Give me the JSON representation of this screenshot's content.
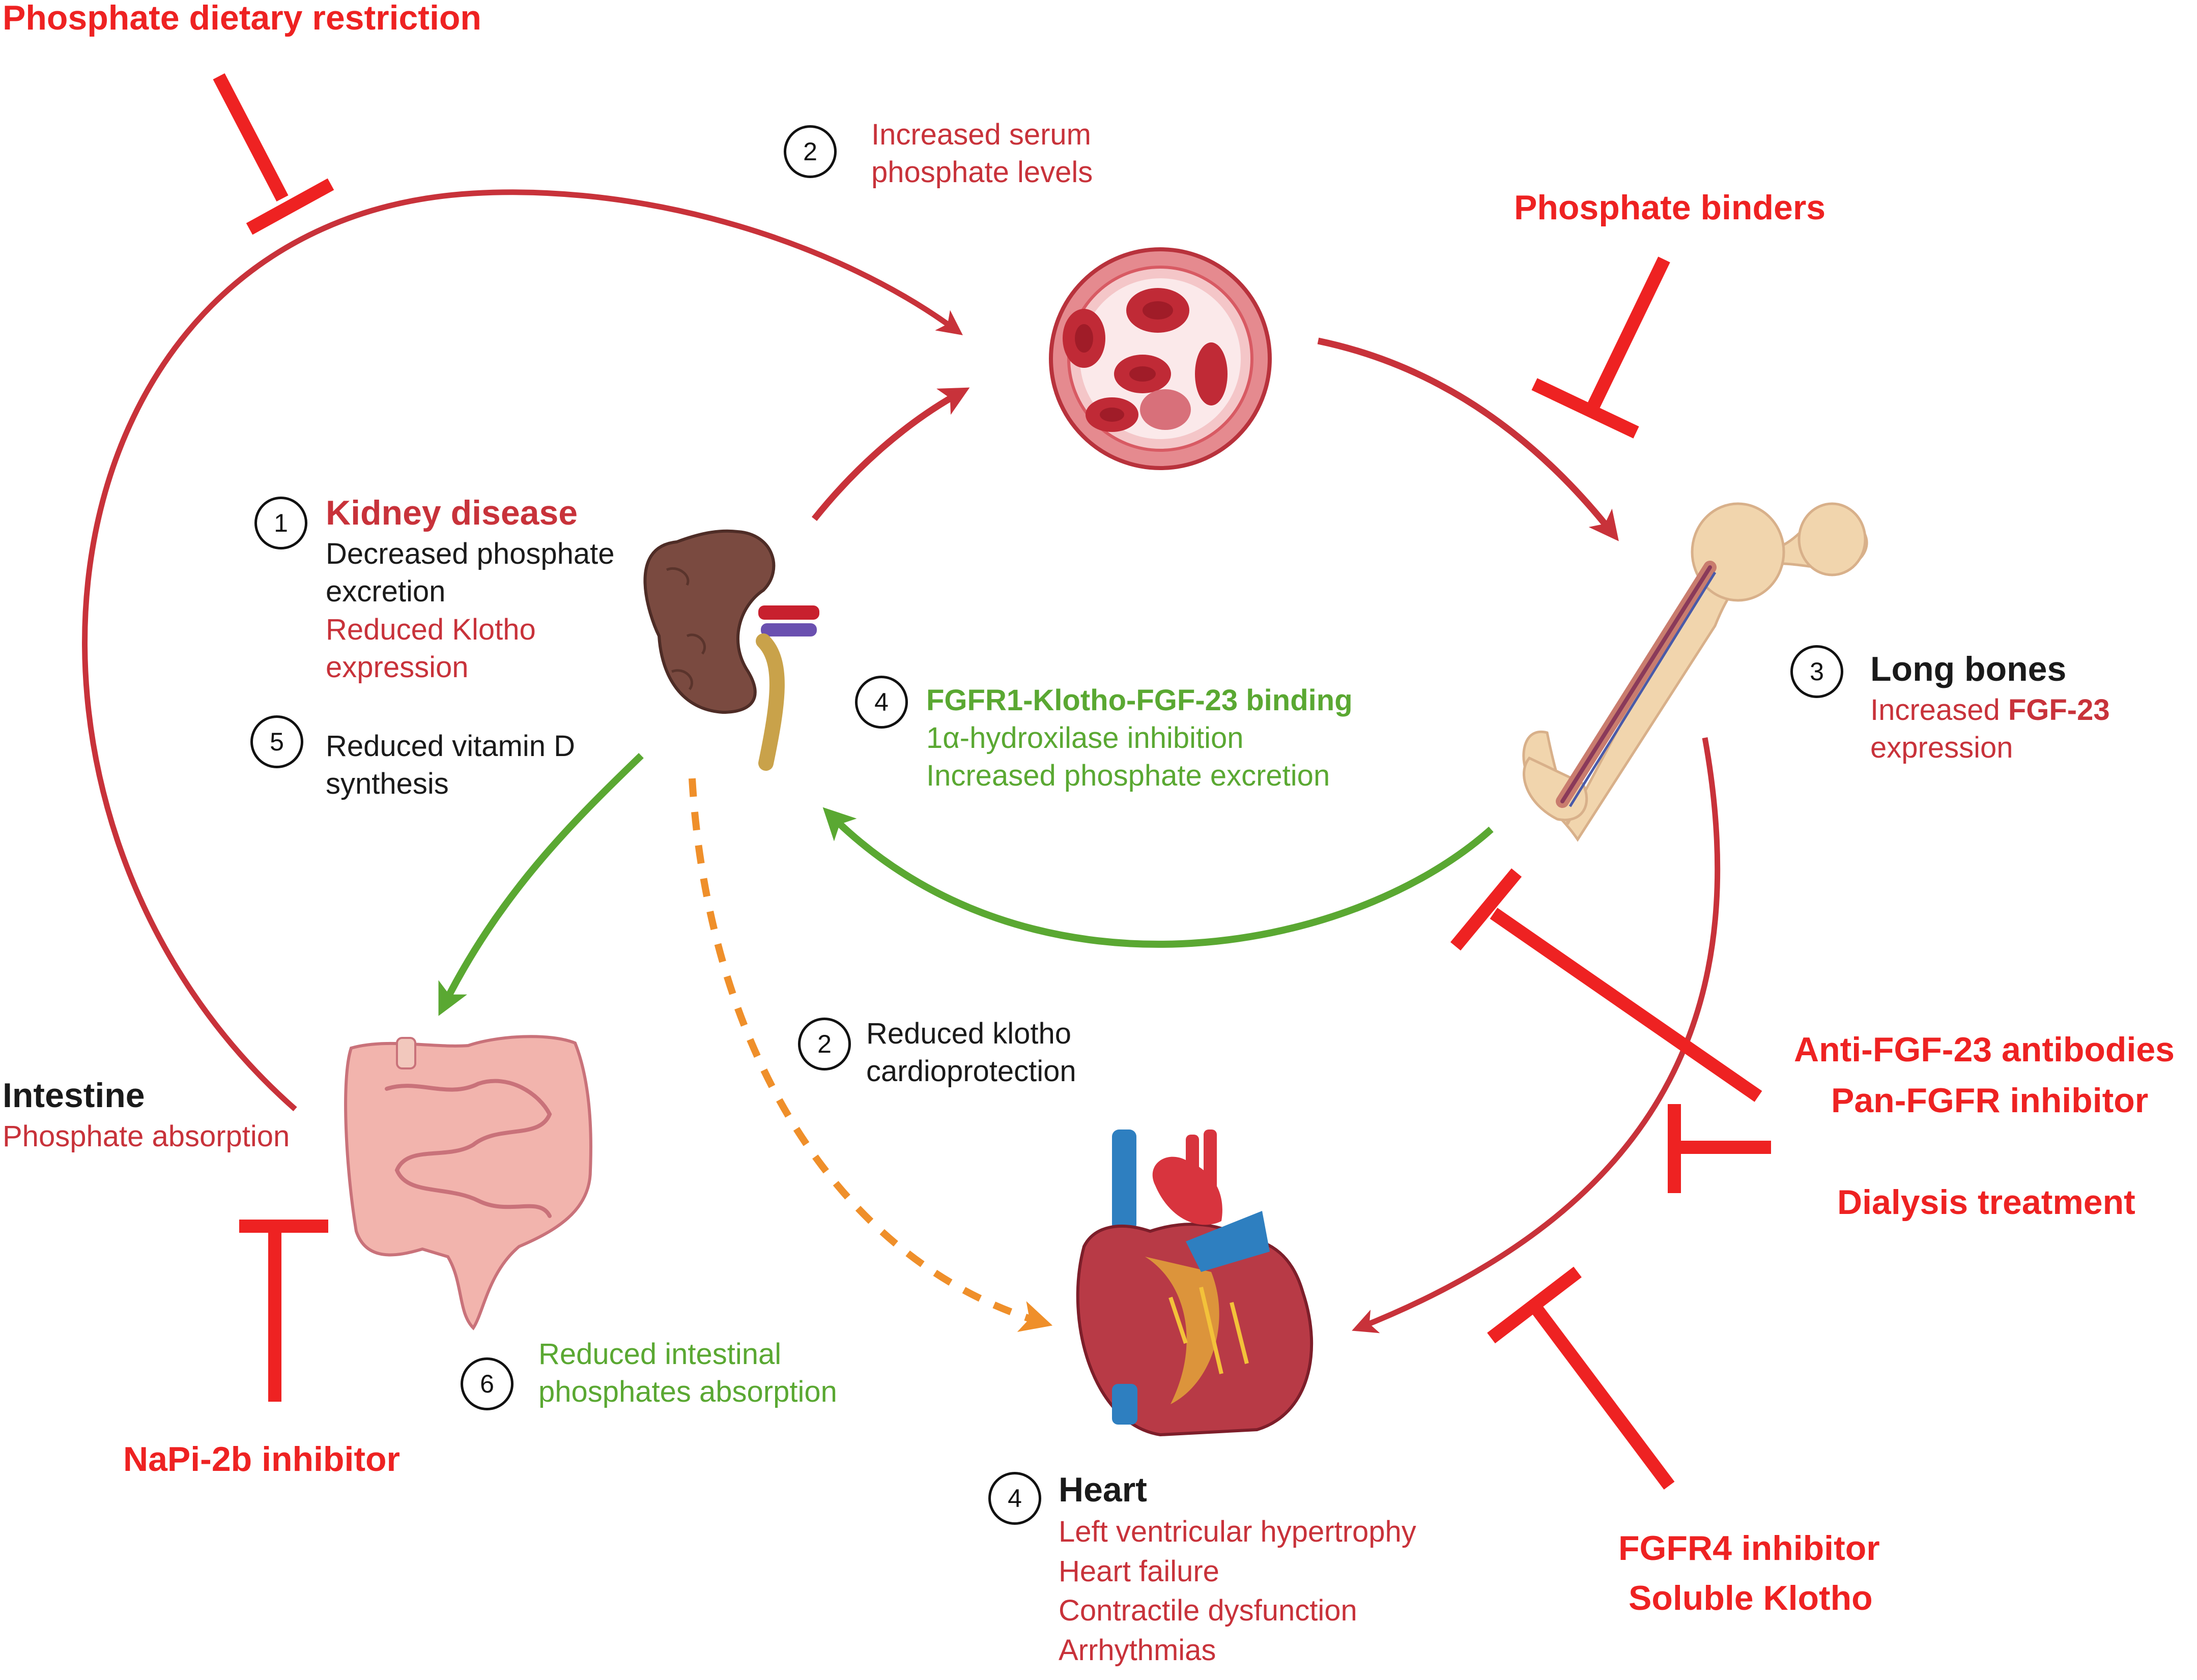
{
  "therapies": {
    "dietary": "Phosphate dietary restriction",
    "binders": "Phosphate binders",
    "antibodies": "Anti-FGF-23 antibodies",
    "panfgfr": "Pan-FGFR inhibitor",
    "dialysis": "Dialysis treatment",
    "napi": "NaPi-2b inhibitor",
    "fgfr4": "FGFR4 inhibitor",
    "klotho": "Soluble Klotho"
  },
  "nodes": {
    "serum": {
      "step": "2",
      "line1": "Increased serum",
      "line2": "phosphate levels"
    },
    "kidney": {
      "step": "1",
      "title": "Kidney disease",
      "line1": "Decreased phosphate",
      "line2": "excretion",
      "line3": "Reduced Klotho",
      "line4": "expression",
      "step2": "5",
      "line5": "Reduced  vitamin D",
      "line6": "synthesis"
    },
    "binding": {
      "step": "4",
      "title": "FGFR1-Klotho-FGF-23 binding",
      "line1": "1α-hydroxilase inhibition",
      "line2": "Increased phosphate excretion"
    },
    "bones": {
      "step": "3",
      "title": "Long bones",
      "line1_pre": "Increased ",
      "line1_bold": "FGF-23",
      "line2": "expression"
    },
    "cardio": {
      "step": "2",
      "line1": "Reduced klotho",
      "line2": "cardioprotection"
    },
    "intestine": {
      "title": "Intestine",
      "line1": "Phosphate absorption"
    },
    "intestinal": {
      "step": "6",
      "line1": "Reduced intestinal",
      "line2": "phosphates absorption"
    },
    "heart": {
      "step": "4",
      "title": "Heart",
      "items": [
        "Left ventricular hypertrophy",
        "Heart failure",
        "Contractile dysfunction",
        "Arrhythmias"
      ]
    }
  },
  "colors": {
    "pathway_red": "#c8323a",
    "inhibitor_red": "#ee2222",
    "green": "#5aa832",
    "orange": "#ef8f2a"
  },
  "icons": [
    "blood-vessel-icon",
    "kidney-icon",
    "bone-icon",
    "intestine-icon",
    "heart-icon"
  ]
}
